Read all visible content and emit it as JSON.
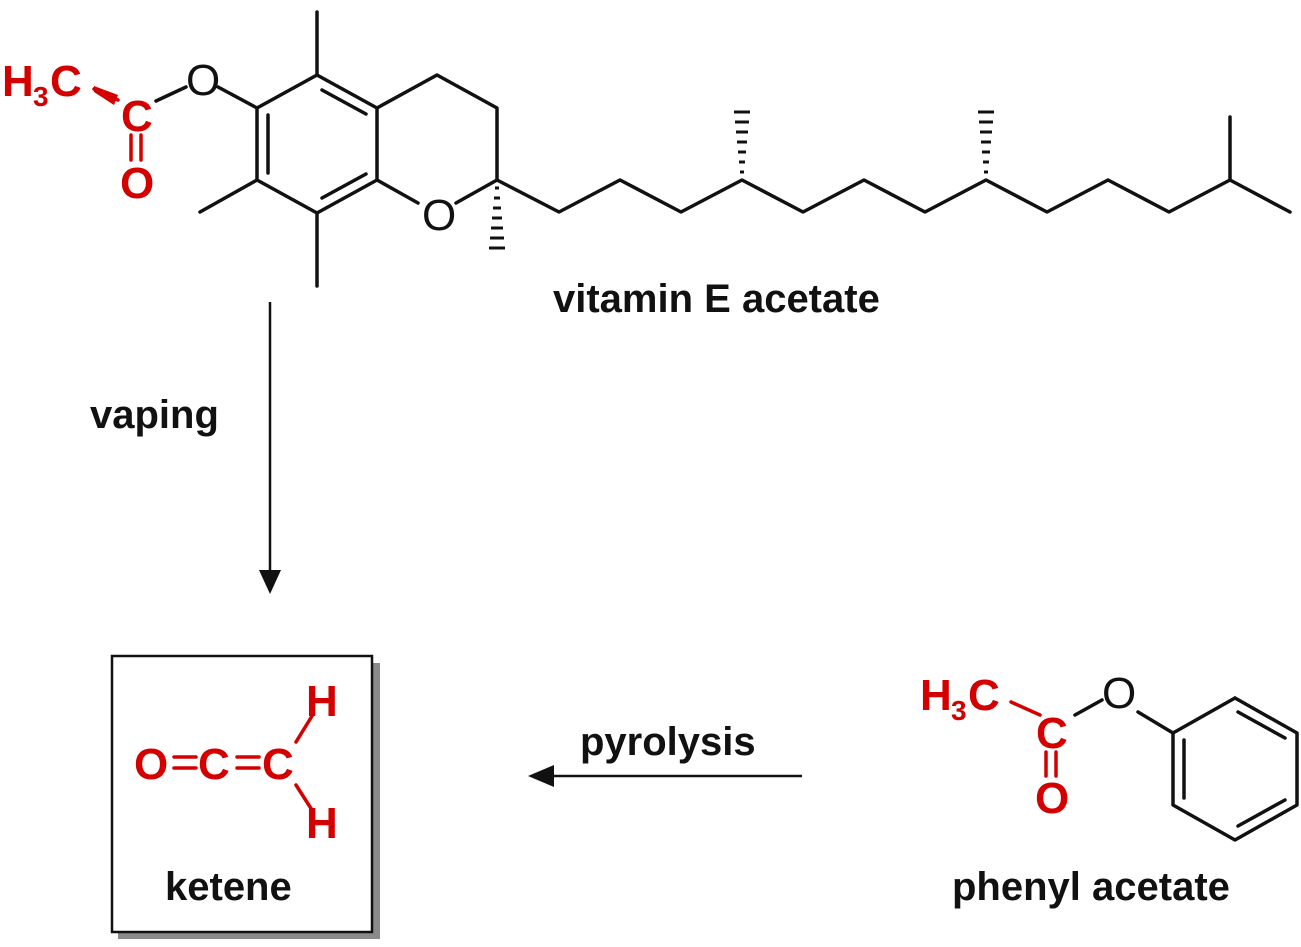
{
  "labels": {
    "vitamin_e": "vitamin E acetate",
    "vaping": "vaping",
    "ketene": "ketene",
    "pyrolysis": "pyrolysis",
    "phenyl_acetate": "phenyl acetate"
  },
  "atoms": {
    "methyl_H": "H",
    "methyl_sub": "3",
    "methyl_C": "C",
    "carbonyl_C": "C",
    "carbonyl_O": "O",
    "ester_O": "O",
    "ring_O": "O",
    "ketene_O": "O",
    "ketene_C1": "C",
    "ketene_C2": "C",
    "ketene_H_top": "H",
    "ketene_H_bottom": "H"
  },
  "colors": {
    "highlight": "#d40000",
    "bond": "#111111"
  }
}
